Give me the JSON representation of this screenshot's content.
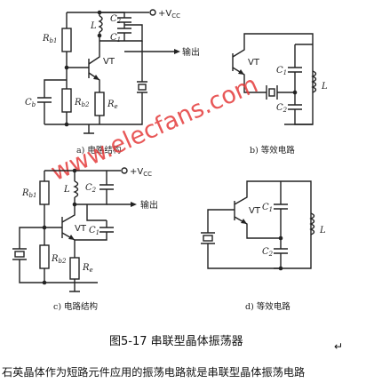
{
  "labels": {
    "vcc": "+V",
    "vcc_sub": "CC",
    "output": "输出",
    "rb1": "R",
    "rb1_sub": "b1",
    "rb2": "R",
    "rb2_sub": "b2",
    "re": "R",
    "re_sub": "e",
    "cb": "C",
    "cb_sub": "b",
    "c1": "C",
    "c1_sub": "1",
    "c2": "C",
    "c2_sub": "2",
    "l": "L",
    "vt": "VT"
  },
  "captions": {
    "a": "a) 电路结构",
    "b": "b) 等效电路",
    "c": "c) 电路结构",
    "d": "d) 等效电路"
  },
  "figure_title": "图5-17  串联型晶体振荡器",
  "description": "石英晶体作为短路元件应用的振荡电路就是串联型晶体振荡电路",
  "return_mark": "↵",
  "watermark": "www.elecfans.com",
  "colors": {
    "watermark": "#e43a3a",
    "ink": "#222222"
  }
}
